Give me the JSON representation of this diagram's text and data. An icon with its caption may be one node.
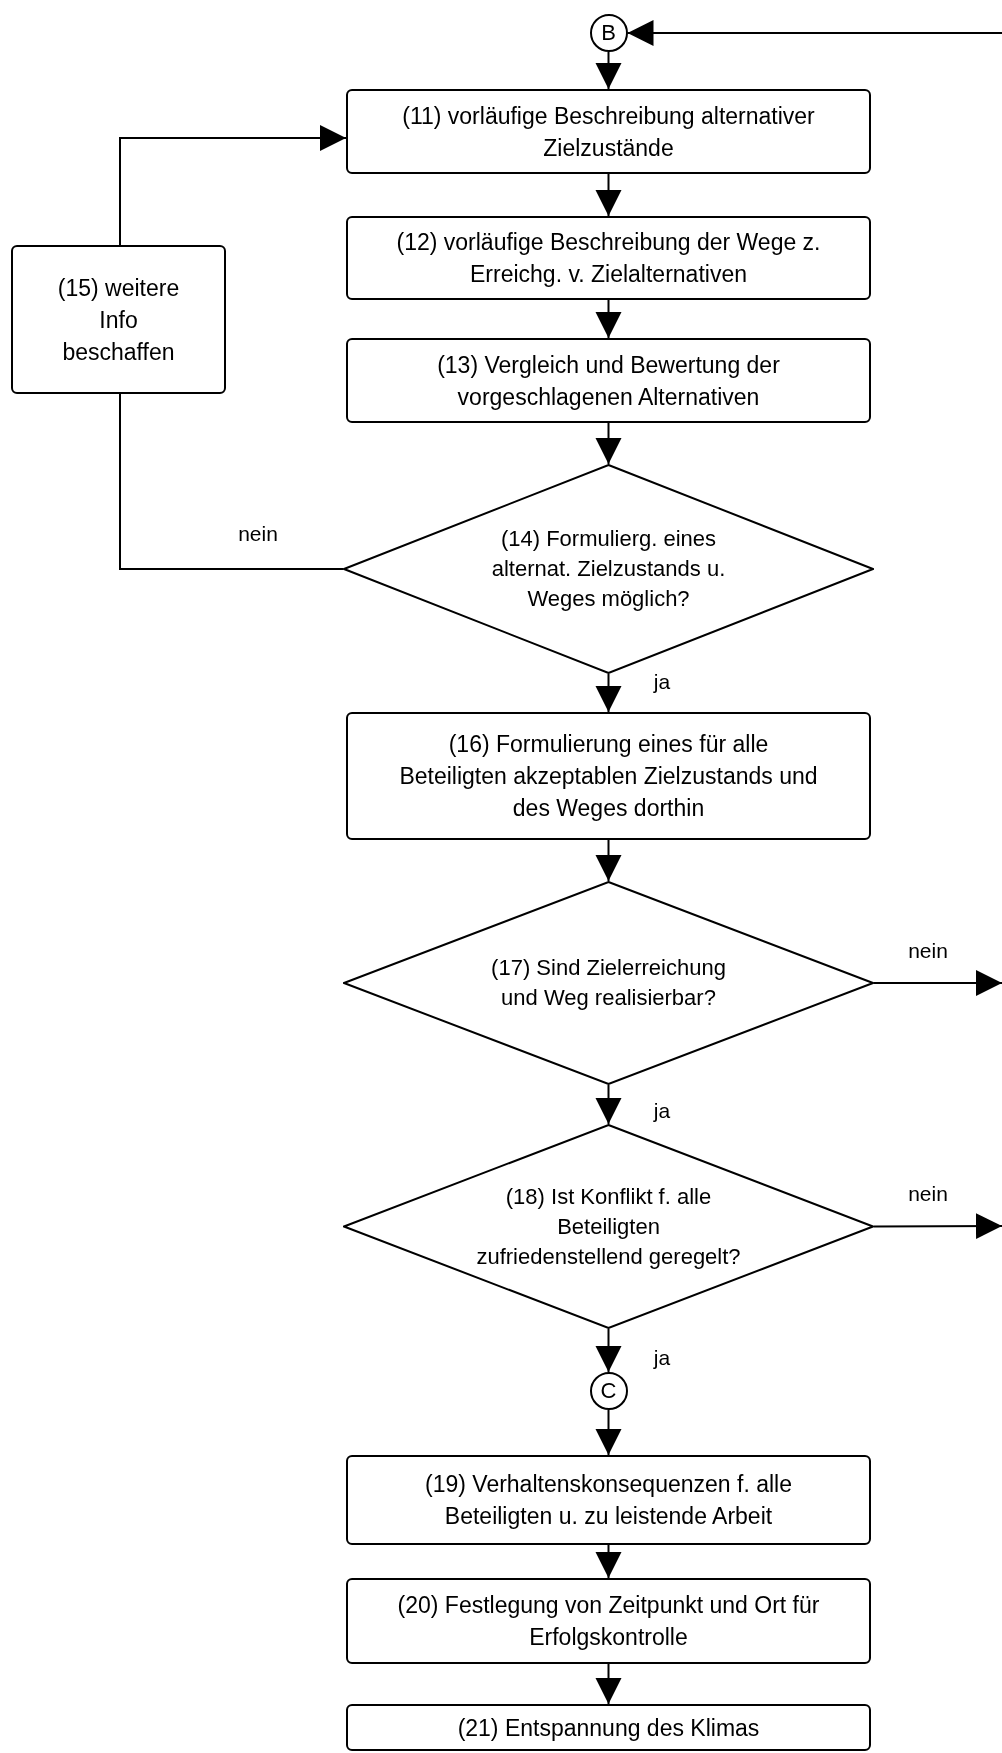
{
  "diagram": {
    "nodes": [
      {
        "text": [
          "B"
        ]
      },
      {
        "text": [
          "(11) vorläufige Beschreibung alternativer Zielzustände"
        ]
      },
      {
        "text": [
          "(12) vorläufige Beschreibung der Wege z. Erreichg. v. Zielalternativen"
        ]
      },
      {
        "text": [
          "(13) Vergleich und Bewertung der vorgeschlagenen Alternativen"
        ]
      },
      {
        "text": [
          "(14) Formulierg. eines alternat. Zielzustands u. Weges möglich?"
        ]
      },
      {
        "text": [
          "(15) weitere Info beschaffen"
        ]
      },
      {
        "text": [
          "(16) Formulierung eines für alle Beteiligten akzeptablen Zielzustands und des Weges dorthin"
        ]
      },
      {
        "text": [
          "(17) Sind Zielerreichung und Weg realisierbar?"
        ]
      },
      {
        "text": [
          "(18) Ist Konflikt f. alle Beteiligten zufriedenstellend geregelt?"
        ]
      },
      {
        "text": [
          "C"
        ]
      },
      {
        "text": [
          "(19) Verhaltenskonsequenzen f. alle Beteiligten u. zu leistende Arbeit"
        ]
      },
      {
        "text": [
          "(20) Festlegung von Zeitpunkt und Ort für Erfolgskontrolle"
        ]
      },
      {
        "text": [
          "(21) Entspannung des Klimas"
        ]
      }
    ],
    "edges": [
      {
        "from": null,
        "to": 0,
        "arrow": "to"
      },
      {
        "from": 0,
        "to": 1,
        "arrow": "to"
      },
      {
        "from": 1,
        "to": 2,
        "arrow": "to"
      },
      {
        "from": 2,
        "to": 3,
        "arrow": "to"
      },
      {
        "from": 3,
        "to": 4,
        "arrow": "to"
      },
      {
        "from": 4,
        "to": 5,
        "arrow": "none",
        "label": "nein"
      },
      {
        "from": 5,
        "to": 1,
        "arrow": "to"
      },
      {
        "from": 4,
        "to": 6,
        "arrow": "to",
        "label": "ja"
      },
      {
        "from": 6,
        "to": 7,
        "arrow": "to"
      },
      {
        "from": 7,
        "to": null,
        "arrow": "to",
        "label": "nein"
      },
      {
        "from": 7,
        "to": 8,
        "arrow": "to",
        "label": "ja"
      },
      {
        "from": 8,
        "to": null,
        "arrow": "to",
        "label": "nein"
      },
      {
        "from": 8,
        "to": 9,
        "arrow": "to",
        "label": "ja"
      },
      {
        "from": 9,
        "to": 10,
        "arrow": "to"
      },
      {
        "from": 10,
        "to": 11,
        "arrow": "to"
      },
      {
        "from": 11,
        "to": 12,
        "arrow": "to"
      }
    ]
  }
}
